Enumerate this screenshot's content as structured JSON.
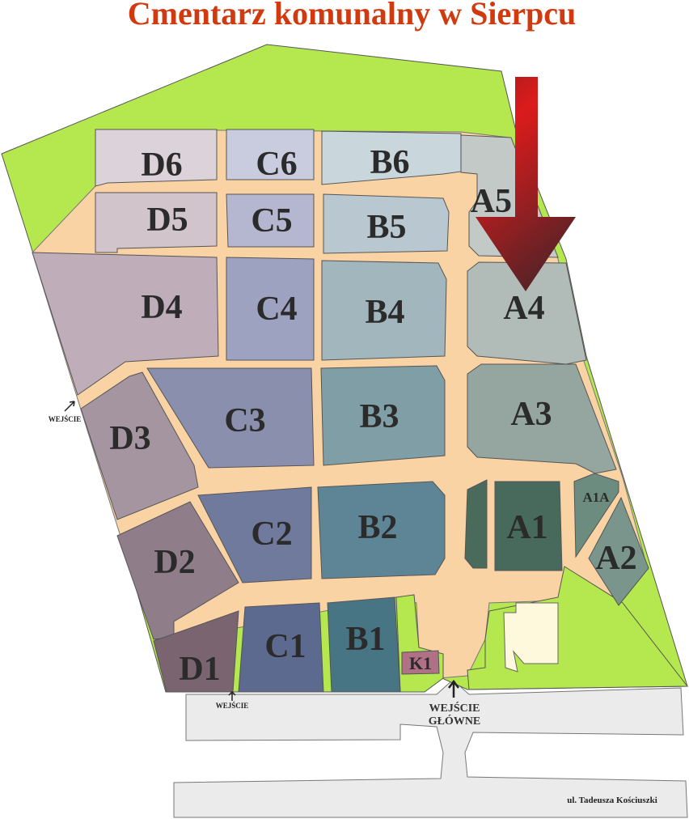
{
  "title": "Cmentarz komunalny w Sierpcu",
  "sections": {
    "D6": "D6",
    "C6": "C6",
    "B6": "B6",
    "A5": "A5",
    "D5": "D5",
    "C5": "C5",
    "B5": "B5",
    "D4": "D4",
    "C4": "C4",
    "B4": "B4",
    "A4": "A4",
    "D3": "D3",
    "C3": "C3",
    "B3": "B3",
    "A3": "A3",
    "D2": "D2",
    "C2": "C2",
    "B2": "B2",
    "A1": "A1",
    "A1A": "A1A",
    "A2": "A2",
    "D1": "D1",
    "C1": "C1",
    "B1": "B1",
    "K1": "K1"
  },
  "entrances": {
    "west": "WEJŚCIE",
    "south": "WEJŚCIE",
    "main_line1": "WEJŚCIE",
    "main_line2": "GŁÓWNE"
  },
  "street": "ul. Tadeusza Kościuszki",
  "colors": {
    "title": "#d1390f",
    "greenery": "#b5e84e",
    "paths": "#fad3a5",
    "arrow": "#c41b1e"
  }
}
